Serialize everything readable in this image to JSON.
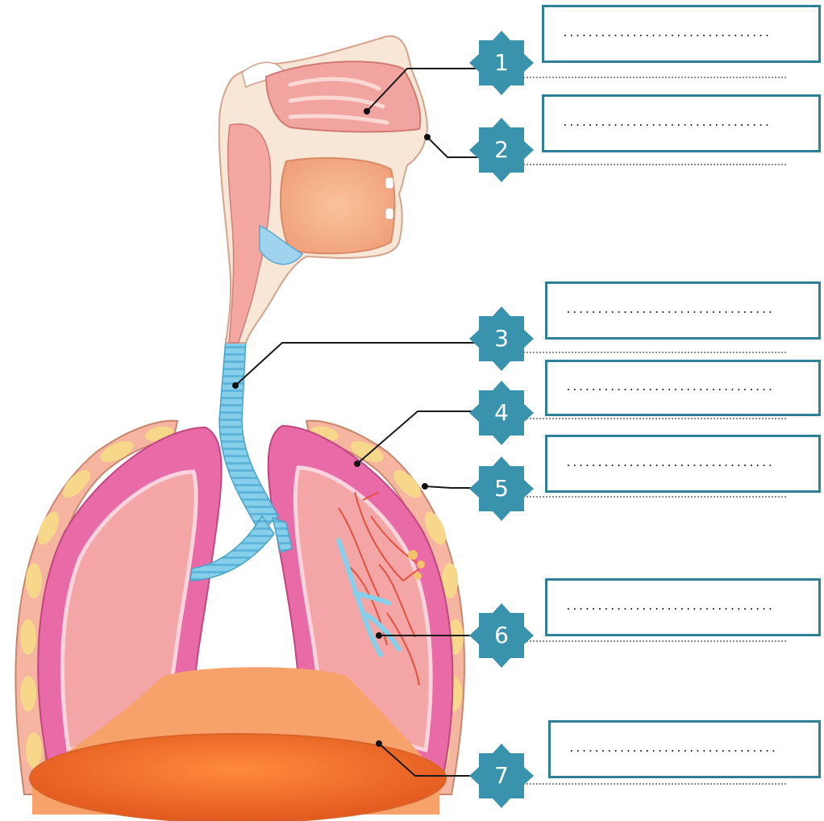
{
  "labels": [
    {
      "number": "1",
      "answer": ".................................",
      "target": "nasal-cavity"
    },
    {
      "number": "2",
      "answer": ".................................",
      "target": "nostril"
    },
    {
      "number": "3",
      "answer": ".................................",
      "target": "trachea"
    },
    {
      "number": "4",
      "answer": ".................................",
      "target": "pleura"
    },
    {
      "number": "5",
      "answer": ".................................",
      "target": "rib-cage"
    },
    {
      "number": "6",
      "answer": ".................................",
      "target": "bronchiole"
    },
    {
      "number": "7",
      "answer": ".................................",
      "target": "diaphragm"
    }
  ],
  "colors": {
    "badge": "#3a93ad",
    "box_border": "#2f7f96",
    "lung_outer": "#e86aa7",
    "lung_inner": "#f4a6a6",
    "trachea": "#7fcbe8",
    "diaphragm": "#f07a3a",
    "rib": "#f7d78a",
    "head": "#f3b3a6"
  }
}
